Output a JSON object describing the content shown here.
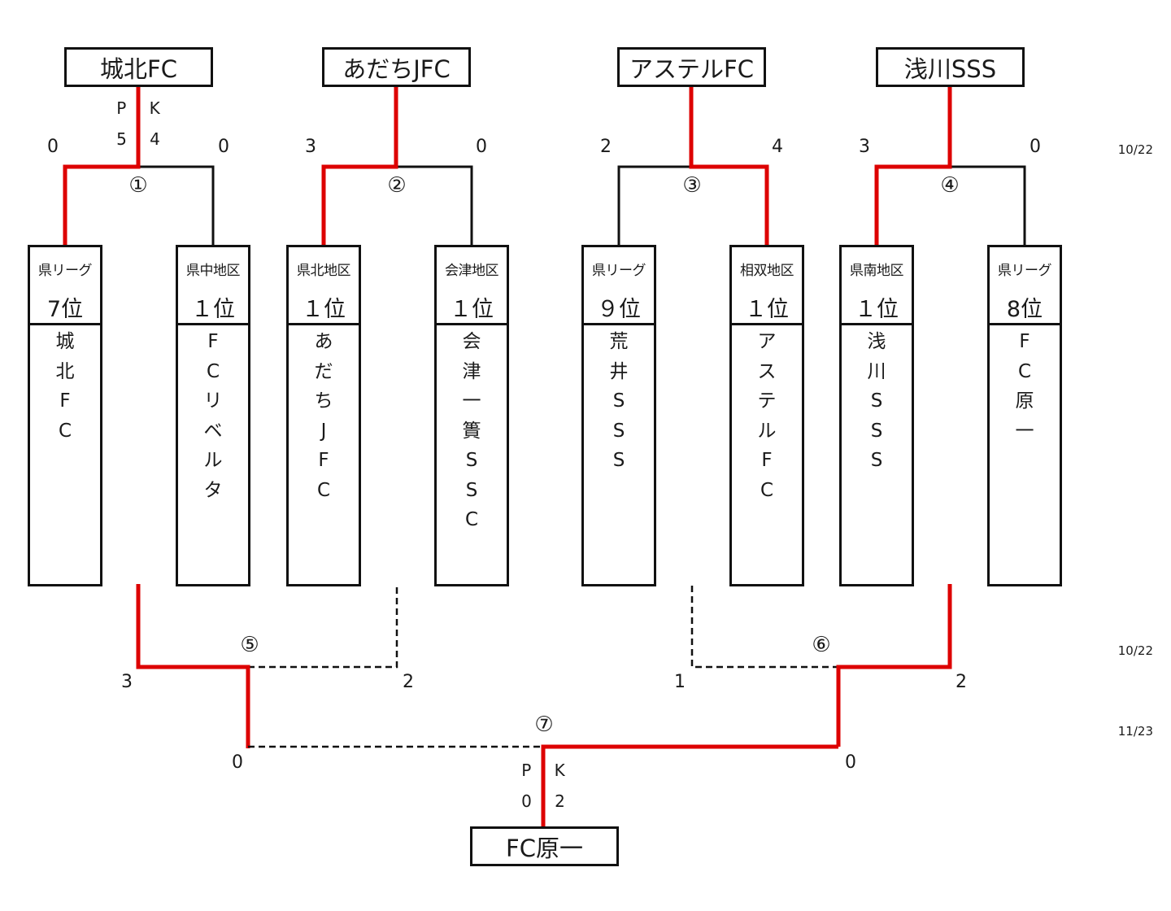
{
  "colors": {
    "win": "#dd0000",
    "line": "#111111",
    "dashed": "#111111"
  },
  "winners_top": [
    "城北FC",
    "あだちJFC",
    "アステルFC",
    "浅川SSS"
  ],
  "champion": "FC原一",
  "teams": [
    {
      "category": "県リーグ",
      "rank": "7位",
      "name": [
        "城",
        "北",
        "F",
        "C"
      ]
    },
    {
      "category": "県中地区",
      "rank": "１位",
      "name": [
        "F",
        "C",
        "リ",
        "ベ",
        "ル",
        "タ"
      ]
    },
    {
      "category": "県北地区",
      "rank": "１位",
      "name": [
        "あ",
        "だ",
        "ち",
        "J",
        "F",
        "C"
      ]
    },
    {
      "category": "会津地区",
      "rank": "１位",
      "name": [
        "会",
        "津",
        "一",
        "簣",
        "S",
        "S",
        "C"
      ]
    },
    {
      "category": "県リーグ",
      "rank": "９位",
      "name": [
        "荒",
        "井",
        "S",
        "S",
        "S"
      ]
    },
    {
      "category": "相双地区",
      "rank": "１位",
      "name": [
        "ア",
        "ス",
        "テ",
        "ル",
        "F",
        "C"
      ]
    },
    {
      "category": "県南地区",
      "rank": "１位",
      "name": [
        "浅",
        "川",
        "S",
        "S",
        "S"
      ]
    },
    {
      "category": "県リーグ",
      "rank": "8位",
      "name": [
        "F",
        "C",
        "原",
        "一"
      ]
    }
  ],
  "matches": [
    {
      "no": "①",
      "score_left": "0",
      "score_right": "0",
      "pk": {
        "label": "P K",
        "score": "5 4"
      },
      "winner": "left"
    },
    {
      "no": "②",
      "score_left": "3",
      "score_right": "0",
      "winner": "left"
    },
    {
      "no": "③",
      "score_left": "2",
      "score_right": "4",
      "winner": "right"
    },
    {
      "no": "④",
      "score_left": "3",
      "score_right": "0",
      "winner": "left"
    },
    {
      "no": "⑤",
      "score_left": "3",
      "score_right": "2",
      "winner": "left"
    },
    {
      "no": "⑥",
      "score_left": "1",
      "score_right": "2",
      "winner": "right"
    },
    {
      "no": "⑦",
      "score_left": "0",
      "score_right": "0",
      "pk": {
        "label": "P K",
        "score": "0 2"
      },
      "winner": "right"
    }
  ],
  "dates": [
    "10/22",
    "10/22",
    "11/23"
  ]
}
